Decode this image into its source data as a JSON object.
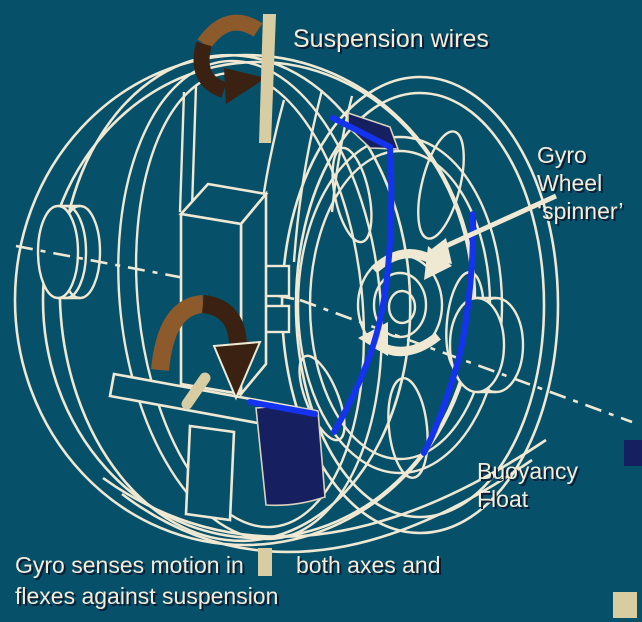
{
  "diagram": {
    "title_implicit": "Flexure-suspended gyroscope diagram",
    "labels": {
      "suspension_wires": "Suspension wires",
      "gyro_wheel": {
        "lines": [
          "Gyro",
          "Wheel",
          "‘spinner’"
        ]
      },
      "buoyancy": {
        "lines": [
          "Buoyancy",
          "Float"
        ]
      },
      "caption": {
        "line1_left": "Gyro senses motion in",
        "line1_right": "both axes and",
        "line2": "flexes against suspension"
      }
    },
    "colors": {
      "background": "#06506a",
      "line_art_cream": "#efe8d3",
      "wire_blue": "#1433ee",
      "patch_navy": "#161f60",
      "arrow_light_brown": "#8d5a2b",
      "arrow_dark_brown": "#3a2112",
      "suspension_rod_tan": "#d8cca2",
      "label_text": "#f2ecd9",
      "label_shadow": "#0d1b33"
    }
  }
}
